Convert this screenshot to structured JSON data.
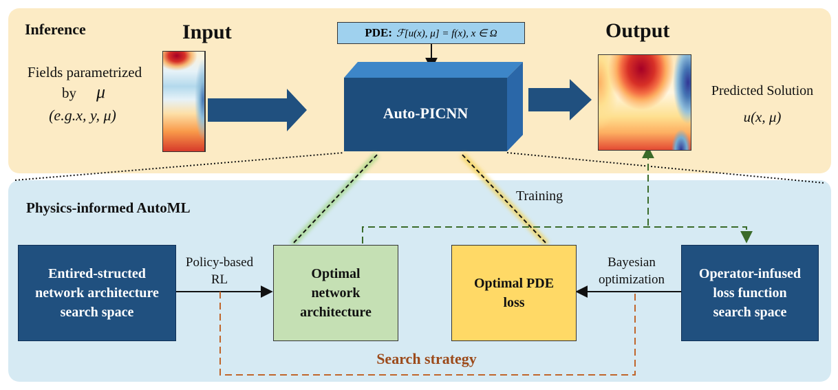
{
  "inference": {
    "title": "Inference",
    "input_title": "Input",
    "output_title": "Output",
    "fields_line1": "Fields parametrized",
    "fields_line2": "by",
    "fields_mu": "μ",
    "fields_eg": "(e.g.x, y, μ)",
    "pde_label": "PDE:",
    "pde_formula": "ℱ[u(x), μ] = f(x),    x ∈ Ω",
    "model_label": "Auto-PICNN",
    "predicted_line1": "Predicted Solution",
    "predicted_line2": "u(x, μ)"
  },
  "automl": {
    "title": "Physics-informed AutoML",
    "training_label": "Training",
    "search_space_left": [
      "Entired-structed",
      "network architecture",
      "search space"
    ],
    "policy_label": [
      "Policy-based",
      "RL"
    ],
    "optimal_network": [
      "Optimal",
      "network",
      "architecture"
    ],
    "optimal_pde": [
      "Optimal PDE",
      "loss"
    ],
    "bayesian_label": [
      "Bayesian",
      "optimization"
    ],
    "search_space_right": [
      "Operator-infused",
      "loss function",
      "search space"
    ],
    "search_strategy": "Search strategy"
  },
  "colors": {
    "inference_panel": "#fcebc5",
    "automl_panel": "#d6eaf3",
    "dark_box": "#20507f",
    "pde_box": "#9fd1ee",
    "network_box": "#c5e0b4",
    "loss_box": "#ffd966",
    "green_dash": "#3a6b2a",
    "orange_dash": "#c0652a",
    "search_strategy_text": "#9c4a1a"
  }
}
